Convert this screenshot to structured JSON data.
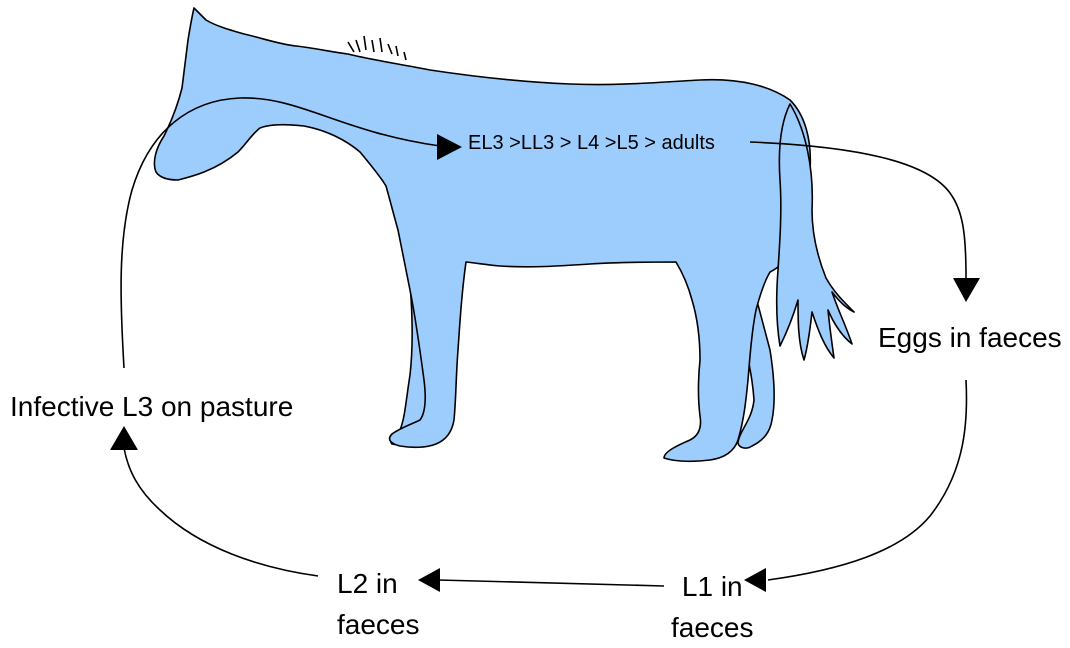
{
  "diagram": {
    "colors": {
      "horse_fill": "#9dcdfd",
      "outline": "#000000",
      "background": "#ffffff"
    },
    "host_icon": "horse-silhouette",
    "stages": {
      "inside_host": "EL3 >LL3 > L4 >L5 > adults",
      "eggs": "Eggs in faeces",
      "l1_line1": "L1 in",
      "l1_line2": "faeces",
      "l2_line1": "L2 in",
      "l2_line2": "faeces",
      "infective_l3": "Infective L3 on pasture"
    }
  }
}
